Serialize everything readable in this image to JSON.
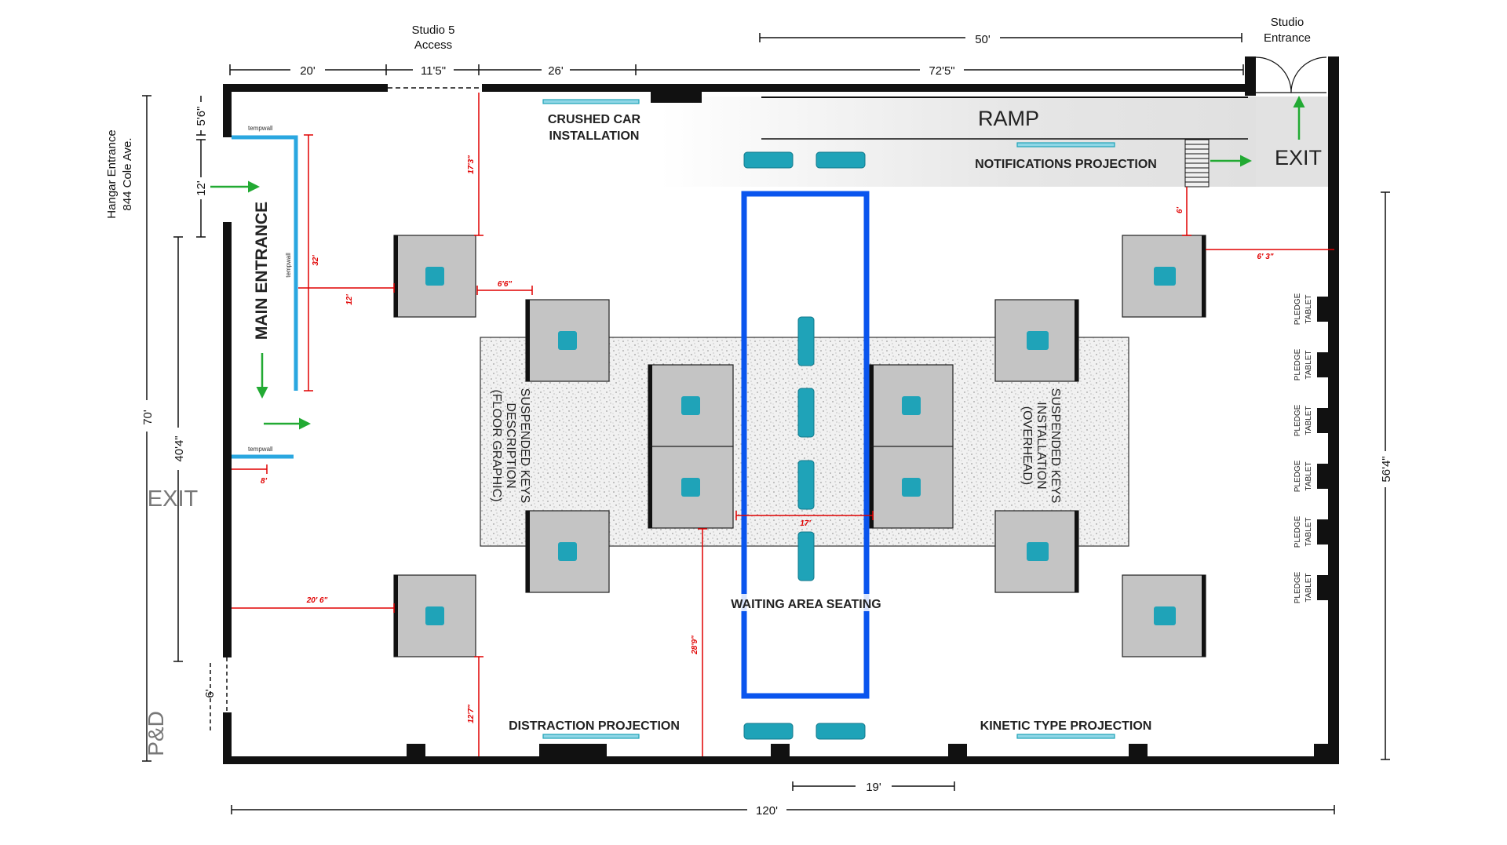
{
  "labels": {
    "studio5_access_line1": "Studio 5",
    "studio5_access_line2": "Access",
    "studio_entrance_line1": "Studio",
    "studio_entrance_line2": "Entrance",
    "hangar_line1": "Hangar Entrance",
    "hangar_line2": "844 Cole Ave.",
    "crushed_car_line1": "CRUSHED CAR",
    "crushed_car_line2": "INSTALLATION",
    "ramp": "RAMP",
    "notifications": "NOTIFICATIONS PROJECTION",
    "exit_right": "EXIT",
    "exit_left": "EXIT",
    "main_entrance": "MAIN ENTRANCE",
    "suspended_desc_line1": "SUSPENDED KEYS",
    "suspended_desc_line2": "DESCRIPTION",
    "suspended_desc_line3": "(FLOOR GRAPHIC)",
    "suspended_inst_line1": "SUSPENDED KEYS",
    "suspended_inst_line2": "INSTALLATION",
    "suspended_inst_line3": "(OVERHEAD)",
    "waiting_area": "WAITING AREA SEATING",
    "distraction": "DISTRACTION PROJECTION",
    "kinetic": "KINETIC TYPE PROJECTION",
    "pd": "P&D",
    "pledge_line1": "PLEDGE",
    "pledge_line2": "TABLET",
    "tempwall": "tempwall"
  },
  "dimensions": {
    "top_50": "50'",
    "top_20": "20'",
    "top_11_5": "11'5\"",
    "top_26": "26'",
    "top_72_5": "72'5\"",
    "left_5_6": "5'6\"",
    "left_12": "12'",
    "left_70": "70'",
    "left_40_4": "40'4\"",
    "left_6": "6'",
    "right_56_4": "56'4\"",
    "bottom_19": "19'",
    "bottom_120": "120'",
    "red_17_3": "17'3\"",
    "red_32": "32'",
    "red_12": "12'",
    "red_6_6": "6'6\"",
    "red_8": "8'",
    "red_20_6": "20' 6\"",
    "red_12_7": "12'7\"",
    "red_28_9": "28'9\"",
    "red_17": "17'",
    "red_6": "6'",
    "red_6_3": "6' 3\""
  },
  "colors": {
    "wall": "#111111",
    "tempwall": "#2aa7e0",
    "kiosk_fill": "#c4c4c4",
    "kiosk_screen": "#1fa3b8",
    "bench": "#1fa3b8",
    "waiting_outline": "#0a55ee",
    "red_dim": "#e00000",
    "arrow": "#22aa33"
  }
}
